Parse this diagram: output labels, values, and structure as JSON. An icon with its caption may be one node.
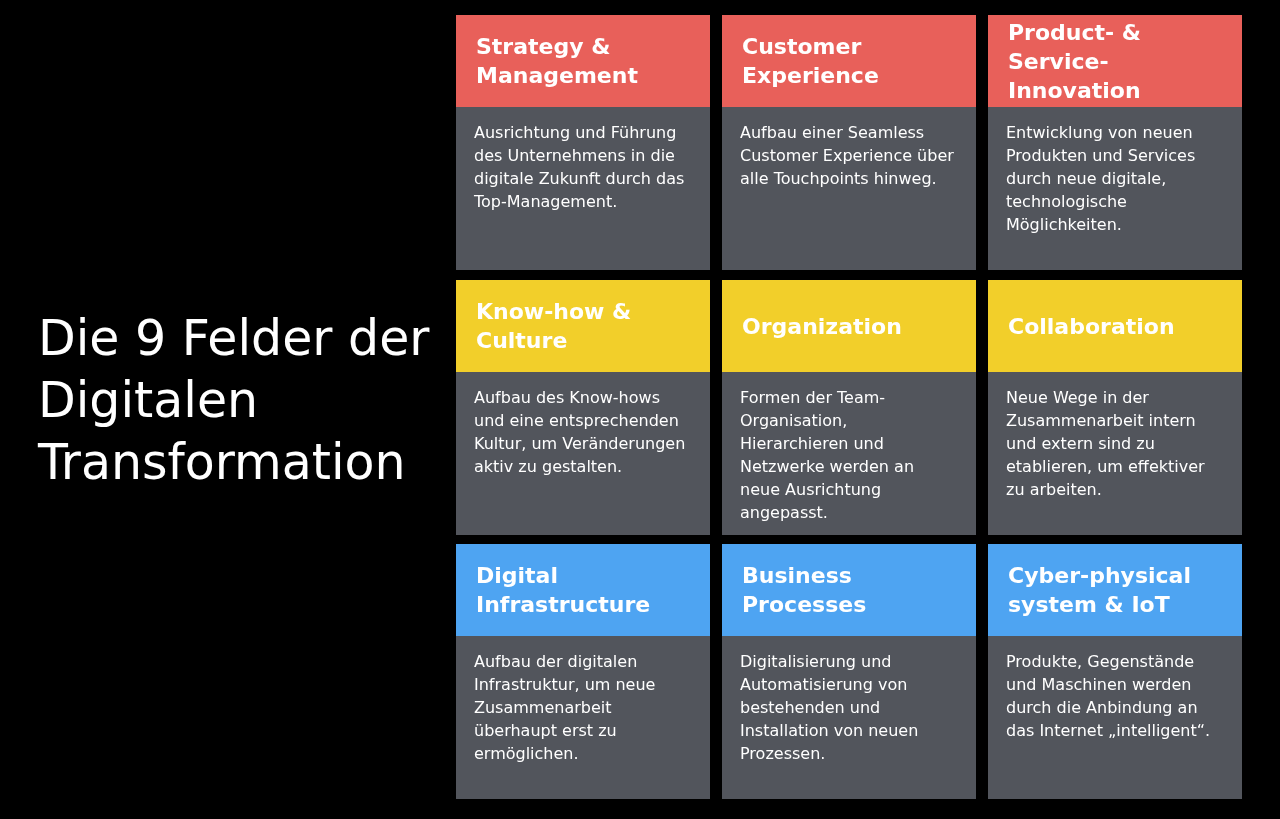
{
  "diagram": {
    "title": "Die 9 Felder der Digitalen Transformation",
    "nodes": [
      {
        "text": [
          "Strategy & Management",
          "Ausrichtung und Führung des Unternehmens in die digitale Zukunft durch das Top-Management."
        ]
      },
      {
        "text": [
          "Customer Experience",
          "Aufbau einer Seamless Customer Experience über alle Touchpoints hinweg."
        ]
      },
      {
        "text": [
          "Product- & Service-Innovation",
          "Entwicklung von neuen Produkten und Services durch neue digitale, technologische Möglichkeiten."
        ]
      },
      {
        "text": [
          "Know-how & Culture",
          "Aufbau des Know-hows und eine entsprechenden Kultur, um Veränderungen aktiv zu gestalten."
        ]
      },
      {
        "text": [
          "Organization",
          "Formen der Team-Organisation, Hierarchieren und Netzwerke werden an neue Ausrichtung angepasst."
        ]
      },
      {
        "text": [
          "Collaboration",
          "Neue Wege in der Zusammenarbeit intern und extern sind zu etablieren, um effektiver zu arbeiten."
        ]
      },
      {
        "text": [
          "Digital Infrastructure",
          "Aufbau der digitalen Infrastruktur, um neue Zusammenarbeit überhaupt erst zu ermöglichen."
        ]
      },
      {
        "text": [
          "Business Processes",
          "Digitalisierung und Automatisierung von bestehenden und Installation von neuen Prozessen."
        ]
      },
      {
        "text": [
          "Cyber-physical system & IoT",
          "Produkte, Gegenstände und Maschinen werden durch die Anbindung an das Internet „intelligent“."
        ]
      }
    ]
  }
}
